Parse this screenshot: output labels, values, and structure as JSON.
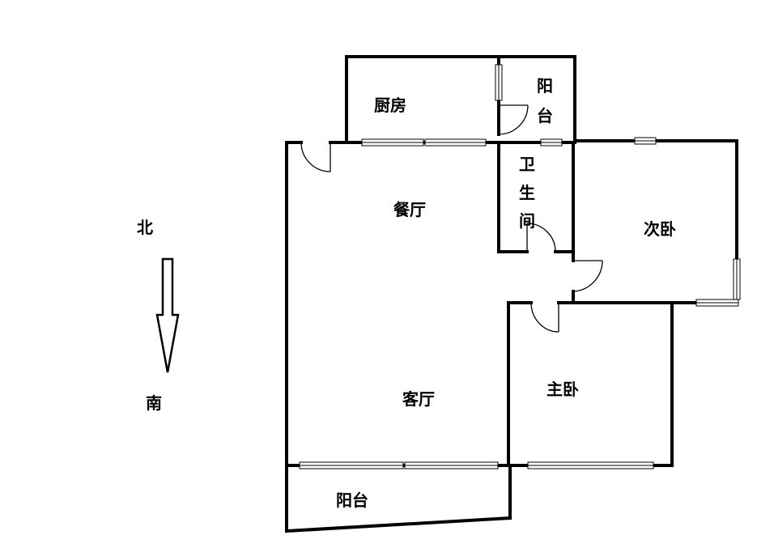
{
  "compass": {
    "north": "北",
    "south": "南"
  },
  "rooms": {
    "kitchen": "厨房",
    "balcony_north_line1": "阳",
    "balcony_north_line2": "台",
    "bathroom_line1": "卫",
    "bathroom_line2": "生",
    "bathroom_line3": "间",
    "dining": "餐厅",
    "second_bedroom": "次卧",
    "living": "客厅",
    "master_bedroom": "主卧",
    "balcony_south": "阳台"
  }
}
